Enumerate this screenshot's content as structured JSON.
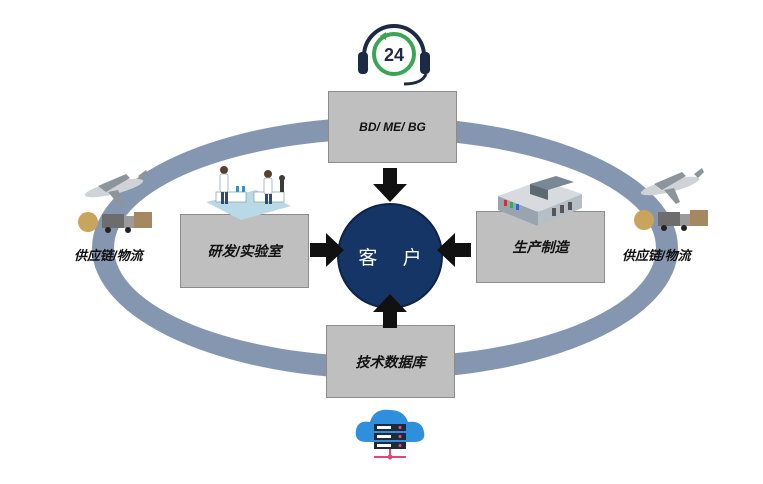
{
  "center": {
    "label": "客 户"
  },
  "boxes": {
    "top": "BD/ ME/ BG",
    "left": "研发/实验室",
    "right": "生产制造",
    "bottom": "技术数据库"
  },
  "sides": {
    "left": "供应链/物流",
    "right": "供应链/物流"
  },
  "support_icon": {
    "text": "24",
    "name": "24-hour-support-headset-icon"
  },
  "icons": {
    "lab": "laboratory-icon",
    "factory": "factory-building-icon",
    "logistics": "cargo-plane-logistics-icon",
    "database": "cloud-server-database-icon"
  },
  "colors": {
    "ring": "#8496b0",
    "box": "#bfbfbf",
    "customer_circle": "#153566",
    "arrow": "#111111",
    "support_green": "#3aa655",
    "cloud_blue": "#2f8fdc"
  }
}
